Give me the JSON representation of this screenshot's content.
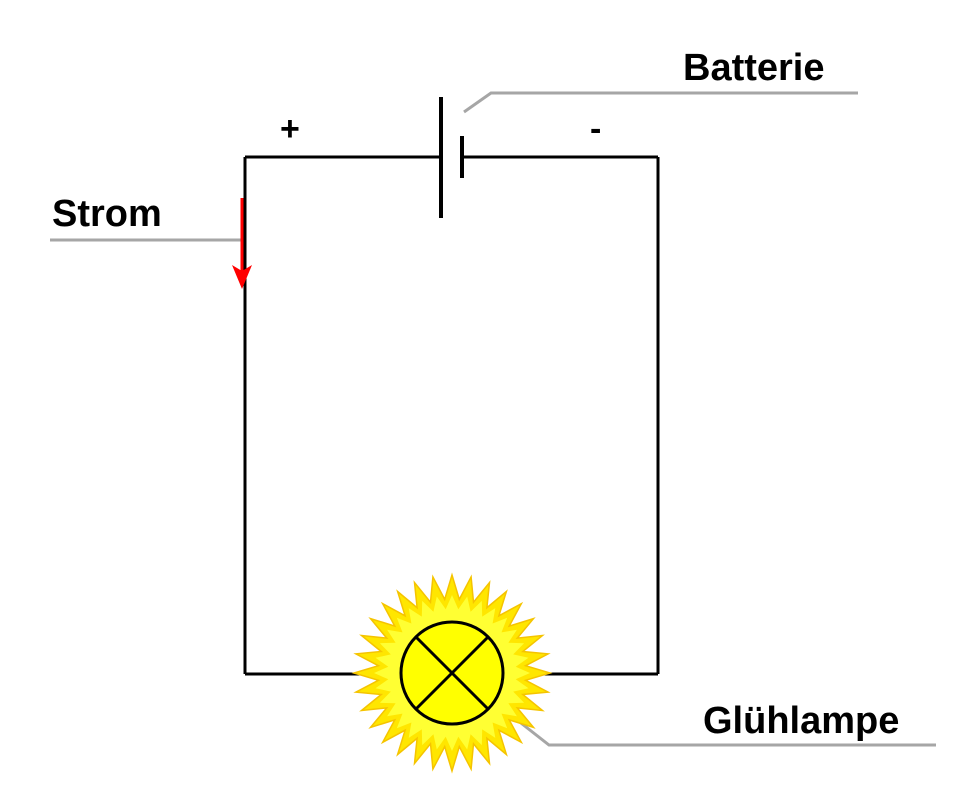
{
  "diagram": {
    "labels": {
      "battery": "Batterie",
      "current": "Strom",
      "lamp": "Glühlampe",
      "plus": "+",
      "minus": "-"
    },
    "colors": {
      "wire": "#000000",
      "leader_line": "#a6a6a6",
      "current_arrow": "#ff0000",
      "lamp_glow_outer": "#ffe600",
      "lamp_glow_inner": "#ffff33",
      "lamp_glow_edge": "#f5c400",
      "lamp_body": "#ffff00"
    },
    "icons": {
      "battery": "battery-symbol-icon",
      "lamp": "lamp-symbol-icon",
      "current": "arrow-down-icon"
    }
  }
}
